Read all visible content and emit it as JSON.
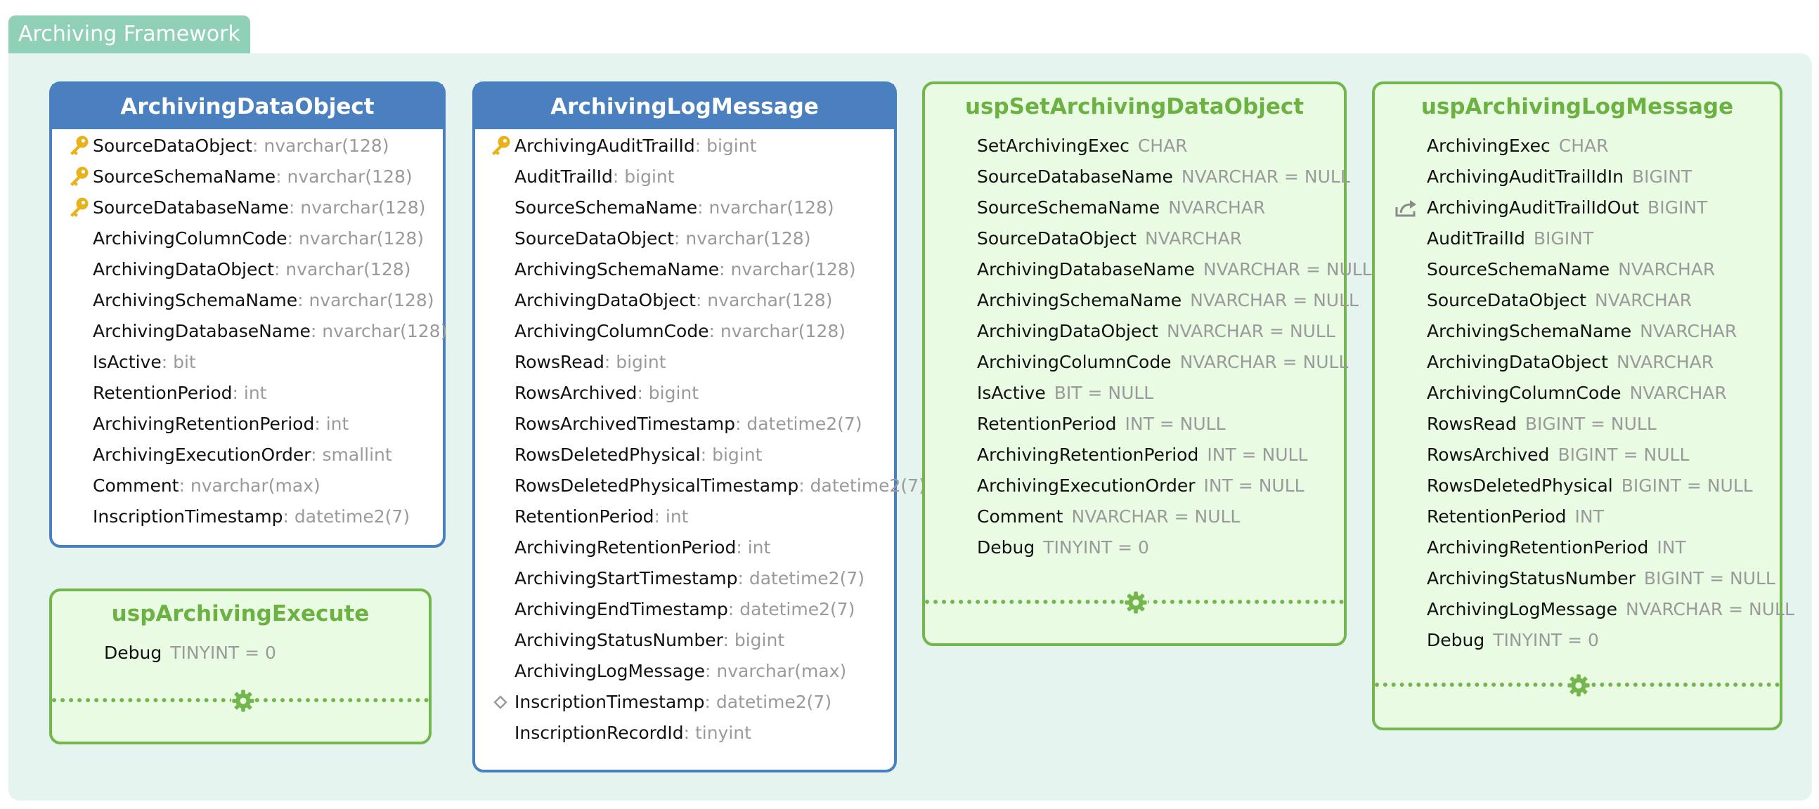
{
  "group": {
    "title": "Archiving Framework"
  },
  "tables": [
    {
      "id": "ArchivingDataObject",
      "title": "ArchivingDataObject",
      "rows": [
        {
          "name": "SourceDataObject",
          "type": ": nvarchar(128)",
          "icon": "key-icon"
        },
        {
          "name": "SourceSchemaName",
          "type": ": nvarchar(128)",
          "icon": "key-icon"
        },
        {
          "name": "SourceDatabaseName",
          "type": ": nvarchar(128)",
          "icon": "key-icon"
        },
        {
          "name": "ArchivingColumnCode",
          "type": ": nvarchar(128)"
        },
        {
          "name": "ArchivingDataObject",
          "type": ": nvarchar(128)"
        },
        {
          "name": "ArchivingSchemaName",
          "type": ": nvarchar(128)"
        },
        {
          "name": "ArchivingDatabaseName",
          "type": ": nvarchar(128)"
        },
        {
          "name": "IsActive",
          "type": ": bit"
        },
        {
          "name": "RetentionPeriod",
          "type": ": int"
        },
        {
          "name": "ArchivingRetentionPeriod",
          "type": ": int"
        },
        {
          "name": "ArchivingExecutionOrder",
          "type": ": smallint"
        },
        {
          "name": "Comment",
          "type": ": nvarchar(max)"
        },
        {
          "name": "InscriptionTimestamp",
          "type": ": datetime2(7)"
        }
      ]
    },
    {
      "id": "ArchivingLogMessage",
      "title": "ArchivingLogMessage",
      "rows": [
        {
          "name": "ArchivingAuditTrailId",
          "type": ": bigint",
          "icon": "key-icon"
        },
        {
          "name": "AuditTrailId",
          "type": ": bigint"
        },
        {
          "name": "SourceSchemaName",
          "type": ": nvarchar(128)"
        },
        {
          "name": "SourceDataObject",
          "type": ": nvarchar(128)"
        },
        {
          "name": "ArchivingSchemaName",
          "type": ": nvarchar(128)"
        },
        {
          "name": "ArchivingDataObject",
          "type": ": nvarchar(128)"
        },
        {
          "name": "ArchivingColumnCode",
          "type": ": nvarchar(128)"
        },
        {
          "name": "RowsRead",
          "type": ": bigint"
        },
        {
          "name": "RowsArchived",
          "type": ": bigint"
        },
        {
          "name": "RowsArchivedTimestamp",
          "type": ": datetime2(7)"
        },
        {
          "name": "RowsDeletedPhysical",
          "type": ": bigint"
        },
        {
          "name": "RowsDeletedPhysicalTimestamp",
          "type": ": datetime2(7)"
        },
        {
          "name": "RetentionPeriod",
          "type": ": int"
        },
        {
          "name": "ArchivingRetentionPeriod",
          "type": ": int"
        },
        {
          "name": "ArchivingStartTimestamp",
          "type": ": datetime2(7)"
        },
        {
          "name": "ArchivingEndTimestamp",
          "type": ": datetime2(7)"
        },
        {
          "name": "ArchivingStatusNumber",
          "type": ": bigint"
        },
        {
          "name": "ArchivingLogMessage",
          "type": ": nvarchar(max)"
        },
        {
          "name": "InscriptionTimestamp",
          "type": ": datetime2(7)",
          "icon": "diamond-icon"
        },
        {
          "name": "InscriptionRecordId",
          "type": ": tinyint"
        }
      ]
    }
  ],
  "procedures": [
    {
      "id": "uspSetArchivingDataObject",
      "title": "uspSetArchivingDataObject",
      "rows": [
        {
          "name": "SetArchivingExec",
          "type": "CHAR"
        },
        {
          "name": "SourceDatabaseName",
          "type": "NVARCHAR = NULL"
        },
        {
          "name": "SourceSchemaName",
          "type": "NVARCHAR"
        },
        {
          "name": "SourceDataObject",
          "type": "NVARCHAR"
        },
        {
          "name": "ArchivingDatabaseName",
          "type": "NVARCHAR = NULL"
        },
        {
          "name": "ArchivingSchemaName",
          "type": "NVARCHAR = NULL"
        },
        {
          "name": "ArchivingDataObject",
          "type": "NVARCHAR = NULL"
        },
        {
          "name": "ArchivingColumnCode",
          "type": "NVARCHAR = NULL"
        },
        {
          "name": "IsActive",
          "type": "BIT = NULL"
        },
        {
          "name": "RetentionPeriod",
          "type": "INT = NULL"
        },
        {
          "name": "ArchivingRetentionPeriod",
          "type": "INT = NULL"
        },
        {
          "name": "ArchivingExecutionOrder",
          "type": "INT = NULL"
        },
        {
          "name": "Comment",
          "type": "NVARCHAR = NULL"
        },
        {
          "name": "Debug",
          "type": "TINYINT = 0"
        }
      ]
    },
    {
      "id": "uspArchivingLogMessage",
      "title": "uspArchivingLogMessage",
      "rows": [
        {
          "name": "ArchivingExec",
          "type": "CHAR"
        },
        {
          "name": "ArchivingAuditTrailIdIn",
          "type": "BIGINT"
        },
        {
          "name": "ArchivingAuditTrailIdOut",
          "type": "BIGINT",
          "icon": "output-param-icon"
        },
        {
          "name": "AuditTrailId",
          "type": "BIGINT"
        },
        {
          "name": "SourceSchemaName",
          "type": "NVARCHAR"
        },
        {
          "name": "SourceDataObject",
          "type": "NVARCHAR"
        },
        {
          "name": "ArchivingSchemaName",
          "type": "NVARCHAR"
        },
        {
          "name": "ArchivingDataObject",
          "type": "NVARCHAR"
        },
        {
          "name": "ArchivingColumnCode",
          "type": "NVARCHAR"
        },
        {
          "name": "RowsRead",
          "type": "BIGINT = NULL"
        },
        {
          "name": "RowsArchived",
          "type": "BIGINT = NULL"
        },
        {
          "name": "RowsDeletedPhysical",
          "type": "BIGINT = NULL"
        },
        {
          "name": "RetentionPeriod",
          "type": "INT"
        },
        {
          "name": "ArchivingRetentionPeriod",
          "type": "INT"
        },
        {
          "name": "ArchivingStatusNumber",
          "type": "BIGINT = NULL"
        },
        {
          "name": "ArchivingLogMessage",
          "type": "NVARCHAR = NULL"
        },
        {
          "name": "Debug",
          "type": "TINYINT = 0"
        }
      ]
    },
    {
      "id": "uspArchivingExecute",
      "title": "uspArchivingExecute",
      "rows": [
        {
          "name": "Debug",
          "type": "TINYINT = 0"
        }
      ]
    }
  ],
  "colors": {
    "table_border": "#4a80c0",
    "proc_border": "#72b64c",
    "proc_title": "#6cb242",
    "group_tab": "#8fd0b6",
    "group_bg": "#e5f4ef",
    "key": "#e8b21a"
  }
}
